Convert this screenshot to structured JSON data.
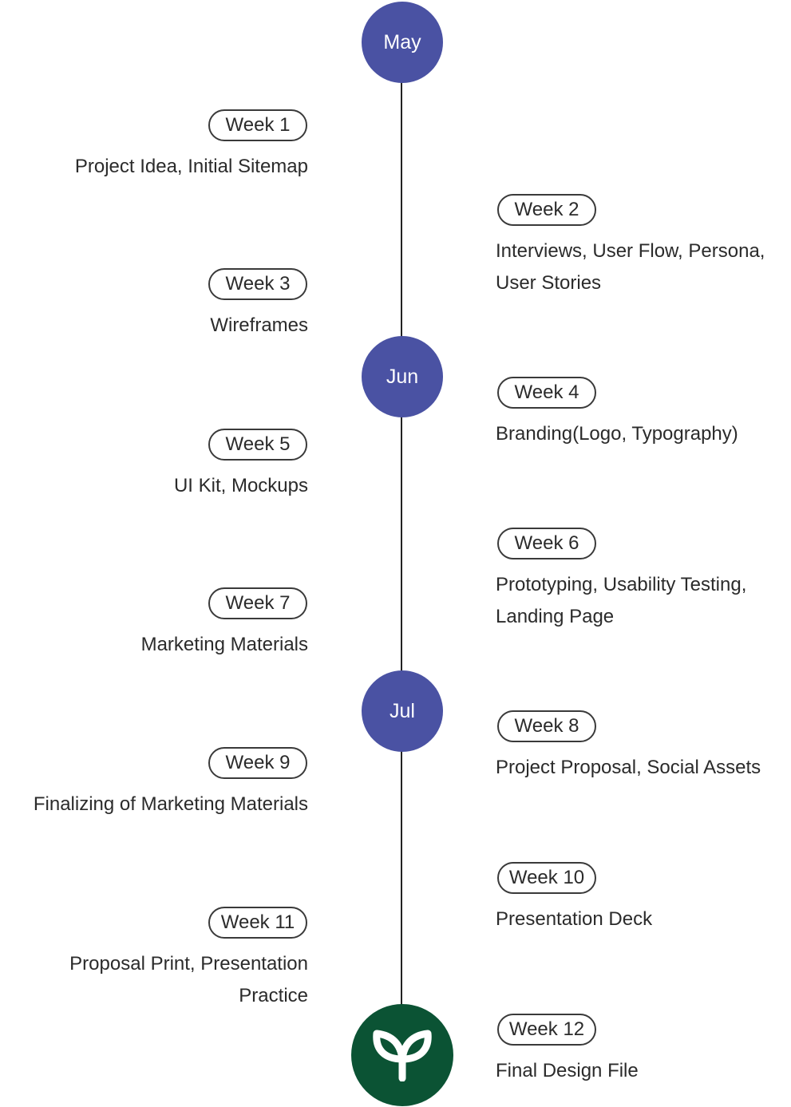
{
  "colors": {
    "month_node": "#4a52a3",
    "end_node": "#0b5334",
    "line": "#222222",
    "text": "#2b2b2b"
  },
  "months": [
    "May",
    "Jun",
    "Jul"
  ],
  "end_icon": "sprout-icon",
  "weeks": [
    {
      "label": "Week 1",
      "description": "Project Idea, Initial Sitemap",
      "side": "left"
    },
    {
      "label": "Week 2",
      "description": "Interviews, User Flow, Persona,\nUser Stories",
      "side": "right"
    },
    {
      "label": "Week 3",
      "description": "Wireframes",
      "side": "left"
    },
    {
      "label": "Week 4",
      "description": "Branding(Logo, Typography)",
      "side": "right"
    },
    {
      "label": "Week 5",
      "description": "UI Kit, Mockups",
      "side": "left"
    },
    {
      "label": "Week 6",
      "description": "Prototyping, Usability Testing,\nLanding Page",
      "side": "right"
    },
    {
      "label": "Week 7",
      "description": "Marketing Materials",
      "side": "left"
    },
    {
      "label": "Week 8",
      "description": "Project Proposal, Social Assets",
      "side": "right"
    },
    {
      "label": "Week 9",
      "description": "Finalizing of Marketing Materials",
      "side": "left"
    },
    {
      "label": "Week 10",
      "description": "Presentation Deck",
      "side": "right"
    },
    {
      "label": "Week 11",
      "description": "Proposal Print, Presentation\nPractice",
      "side": "left"
    },
    {
      "label": "Week 12",
      "description": "Final Design File",
      "side": "right"
    }
  ]
}
